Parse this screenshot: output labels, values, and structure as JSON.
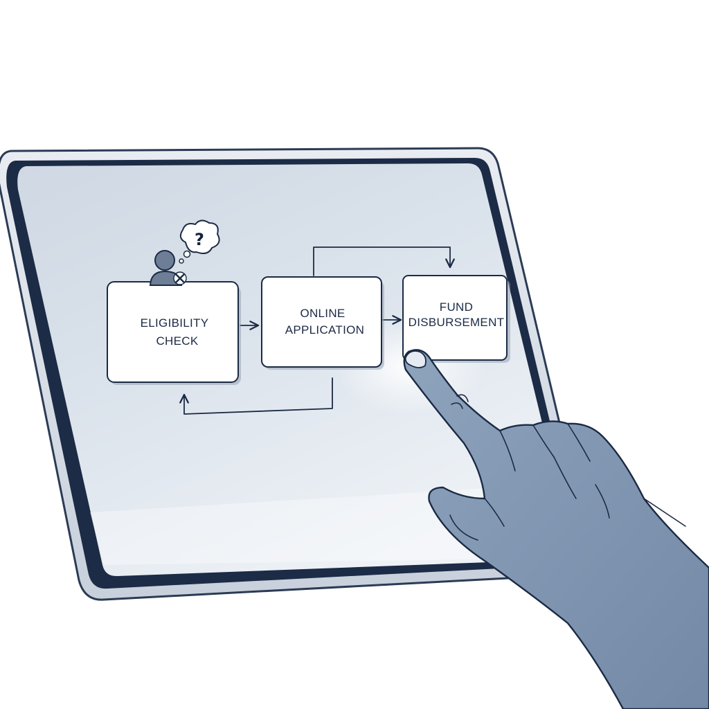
{
  "flowchart": {
    "steps": [
      {
        "line1": "ELIGIBILITY",
        "line2": "CHECK"
      },
      {
        "line1": "ONLINE",
        "line2": "APPLICATION"
      },
      {
        "line1": "FUND",
        "line2": "DISBURSEMENT"
      }
    ],
    "thought_bubble_text": "?",
    "icons": [
      "person-icon",
      "cross-mark-icon",
      "thought-bubble-icon",
      "pointing-hand-icon"
    ]
  },
  "colors": {
    "screen": "#d6dee8",
    "frame_dark": "#1c2b46",
    "ink": "#1b2a44",
    "hand": "#8097b2"
  }
}
